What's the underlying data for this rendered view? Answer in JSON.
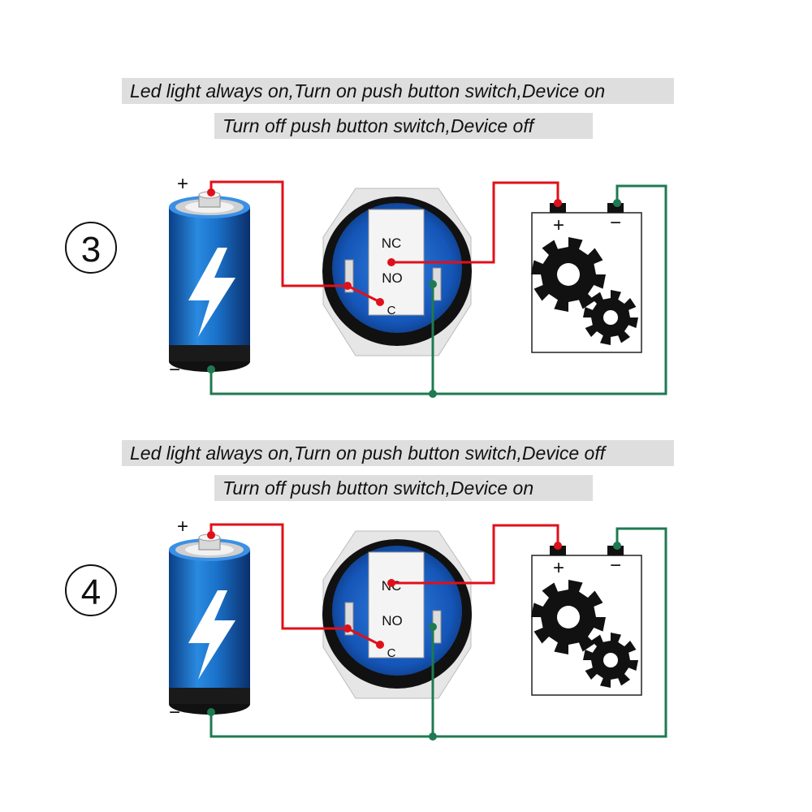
{
  "captions": [
    "Led light always on,Turn on push button switch,Device on",
    "Turn off push button switch,Device off",
    "Led light always on,Turn on push button switch,Device off",
    "Turn off push button switch,Device on"
  ],
  "diagrams": [
    {
      "number": "③",
      "battery": {
        "plus": "+",
        "minus": "−"
      },
      "switch": {
        "nc": "NC",
        "no": "NO",
        "c": "C",
        "connected_terminal": "NO"
      },
      "device": {
        "plus": "+",
        "minus": "−"
      }
    },
    {
      "number": "④",
      "battery": {
        "plus": "+",
        "minus": "−"
      },
      "switch": {
        "nc": "NC",
        "no": "NO",
        "c": "C",
        "connected_terminal": "NC"
      },
      "device": {
        "plus": "+",
        "minus": "−"
      }
    }
  ],
  "colors": {
    "positive_wire": "#e0101a",
    "negative_wire": "#1f7a52",
    "battery_blue": "#1a70c8",
    "caption_bg": "#dedede"
  },
  "icons": [
    "battery-icon",
    "lightning-bolt-icon",
    "push-button-switch-icon",
    "gears-icon"
  ]
}
